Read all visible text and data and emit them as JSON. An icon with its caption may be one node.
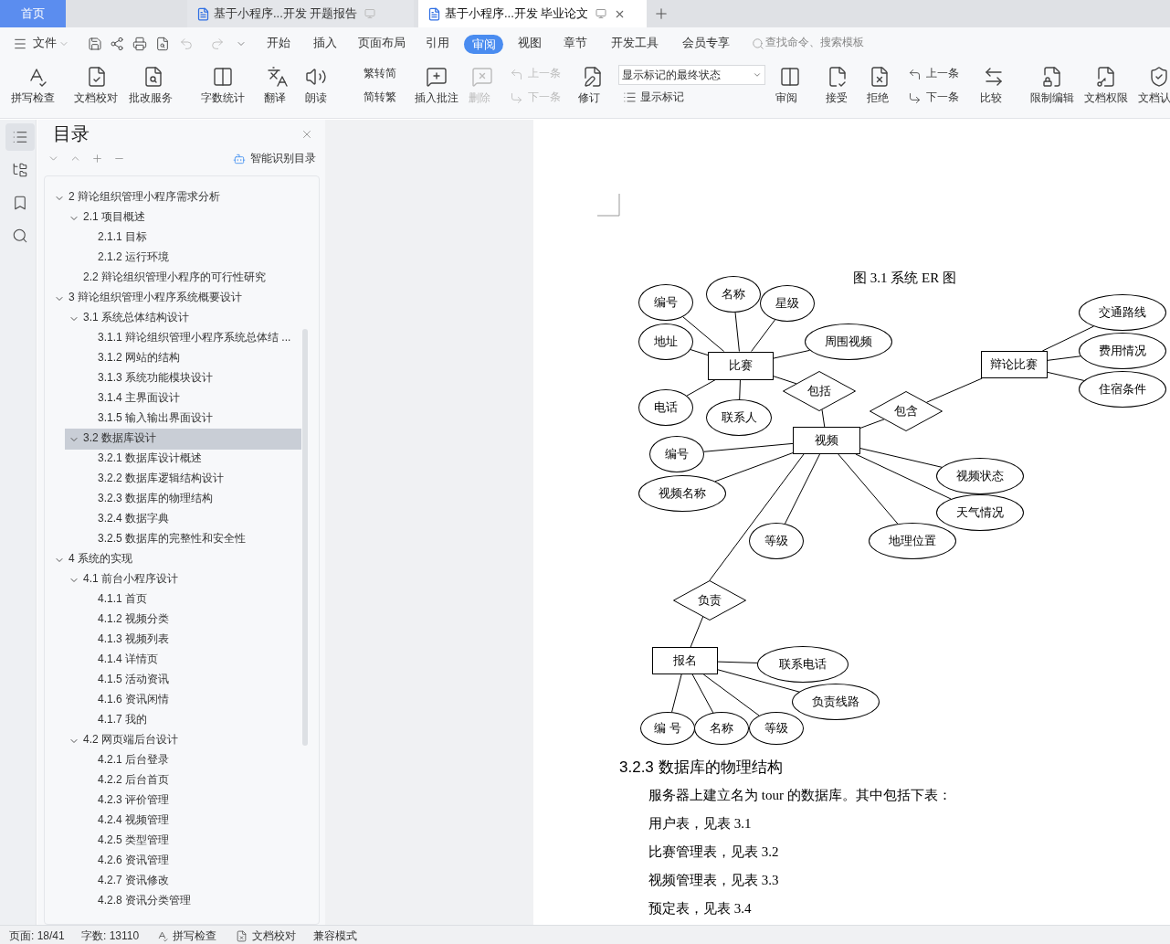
{
  "diagram": {
    "title": "图 3.1 系统 ER 图",
    "nodes": [
      {
        "text": [
          "比赛"
        ]
      },
      {
        "text": [
          "编号"
        ]
      },
      {
        "text": [
          "名称"
        ]
      },
      {
        "text": [
          "星级"
        ]
      },
      {
        "text": [
          "地址"
        ]
      },
      {
        "text": [
          "周围视频"
        ]
      },
      {
        "text": [
          "电话"
        ]
      },
      {
        "text": [
          "联系人"
        ]
      },
      {
        "text": [
          "包括"
        ]
      },
      {
        "text": [
          "视频"
        ]
      },
      {
        "text": [
          "包含"
        ]
      },
      {
        "text": [
          "辩论比赛"
        ]
      },
      {
        "text": [
          "交通路线"
        ]
      },
      {
        "text": [
          "费用情况"
        ]
      },
      {
        "text": [
          "住宿条件"
        ]
      },
      {
        "text": [
          "编号"
        ]
      },
      {
        "text": [
          "视频名称"
        ]
      },
      {
        "text": [
          "等级"
        ]
      },
      {
        "text": [
          "地理位置"
        ]
      },
      {
        "text": [
          "视频状态"
        ]
      },
      {
        "text": [
          "天气情况"
        ]
      },
      {
        "text": [
          "负责"
        ]
      },
      {
        "text": [
          "报名"
        ]
      },
      {
        "text": [
          "联系电话"
        ]
      },
      {
        "text": [
          "负责线路"
        ]
      },
      {
        "text": [
          "编 号"
        ]
      },
      {
        "text": [
          "名称"
        ]
      },
      {
        "text": [
          "等级"
        ]
      }
    ],
    "edges": [
      {
        "from": 0,
        "to": 1,
        "arrow": "none"
      },
      {
        "from": 0,
        "to": 2,
        "arrow": "none"
      },
      {
        "from": 0,
        "to": 3,
        "arrow": "none"
      },
      {
        "from": 0,
        "to": 4,
        "arrow": "none"
      },
      {
        "from": 0,
        "to": 5,
        "arrow": "none"
      },
      {
        "from": 0,
        "to": 6,
        "arrow": "none"
      },
      {
        "from": 0,
        "to": 7,
        "arrow": "none"
      },
      {
        "from": 0,
        "to": 8,
        "arrow": "none"
      },
      {
        "from": 8,
        "to": 9,
        "arrow": "none"
      },
      {
        "from": 9,
        "to": 10,
        "arrow": "none"
      },
      {
        "from": 10,
        "to": 11,
        "arrow": "none"
      },
      {
        "from": 11,
        "to": 12,
        "arrow": "none"
      },
      {
        "from": 11,
        "to": 13,
        "arrow": "none"
      },
      {
        "from": 11,
        "to": 14,
        "arrow": "none"
      },
      {
        "from": 9,
        "to": 15,
        "arrow": "none"
      },
      {
        "from": 9,
        "to": 16,
        "arrow": "none"
      },
      {
        "from": 9,
        "to": 17,
        "arrow": "none"
      },
      {
        "from": 9,
        "to": 18,
        "arrow": "none"
      },
      {
        "from": 9,
        "to": 19,
        "arrow": "none"
      },
      {
        "from": 9,
        "to": 20,
        "arrow": "none"
      },
      {
        "from": 9,
        "to": 21,
        "arrow": "none"
      },
      {
        "from": 21,
        "to": 22,
        "arrow": "none"
      },
      {
        "from": 22,
        "to": 23,
        "arrow": "none"
      },
      {
        "from": 22,
        "to": 24,
        "arrow": "none"
      },
      {
        "from": 22,
        "to": 25,
        "arrow": "none"
      },
      {
        "from": 22,
        "to": 26,
        "arrow": "none"
      },
      {
        "from": 22,
        "to": 27,
        "arrow": "none"
      }
    ],
    "labels": [
      "首页",
      "基于小程序...开发 开题报告",
      "基于小程序...开发 毕业论文",
      "文件",
      "开始",
      "插入",
      "页面布局",
      "引用",
      "审阅",
      "视图",
      "章节",
      "开发工具",
      "会员专享",
      "查找命令、搜索模板",
      "拼写检查",
      "文档校对",
      "批改服务",
      "字数统计",
      "翻译",
      "朗读",
      "繁转简",
      "简转繁",
      "插入批注",
      "删除",
      "上一条",
      "下一条",
      "修订",
      "显示标记的最终状态",
      "显示标记",
      "审阅",
      "接受",
      "拒绝",
      "上一条",
      "下一条",
      "比较",
      "限制编辑",
      "文档权限",
      "文档认",
      "目录",
      "智能识别目录",
      "2  辩论组织管理小程序需求分析",
      "2.1  项目概述",
      "2.1.1 目标",
      "2.1.2 运行环境",
      "2.2 辩论组织管理小程序的可行性研究",
      "3  辩论组织管理小程序系统概要设计",
      "3.1  系统总体结构设计",
      "3.1.1 辩论组织管理小程序系统总体结 ...",
      "3.1.2 网站的结构",
      "3.1.3 系统功能模块设计",
      "3.1.4 主界面设计",
      "3.1.5 输入输出界面设计",
      "3.2  数据库设计",
      "3.2.1 数据库设计概述",
      "3.2.2 数据库逻辑结构设计",
      "3.2.3 数据库的物理结构",
      "3.2.4 数据字典",
      "3.2.5 数据库的完整性和安全性",
      "4  系统的实现",
      "4.1 前台小程序设计",
      "4.1.1 首页",
      "4.1.2 视频分类",
      "4.1.3 视频列表",
      "4.1.4 详情页",
      "4.1.5 活动资讯",
      "4.1.6 资讯闲情",
      "4.1.7 我的",
      "4.2 网页端后台设计",
      "4.2.1 后台登录",
      "4.2.2 后台首页",
      "4.2.3 评价管理",
      "4.2.4 视频管理",
      "4.2.5 类型管理",
      "4.2.6 资讯管理",
      "4.2.7 资讯修改",
      "4.2.8 资讯分类管理",
      "页面: 18/41",
      "字数: 13110",
      "拼写检查",
      "文档校对",
      "兼容模式",
      "3.2.3 数据库的物理结构",
      "服务器上建立名为 tour 的数据库。其中包括下表：",
      "用户表，见表 3.1",
      "比赛管理表，见表 3.2",
      "视频管理表，见表 3.3",
      "预定表，见表 3.4"
    ]
  }
}
